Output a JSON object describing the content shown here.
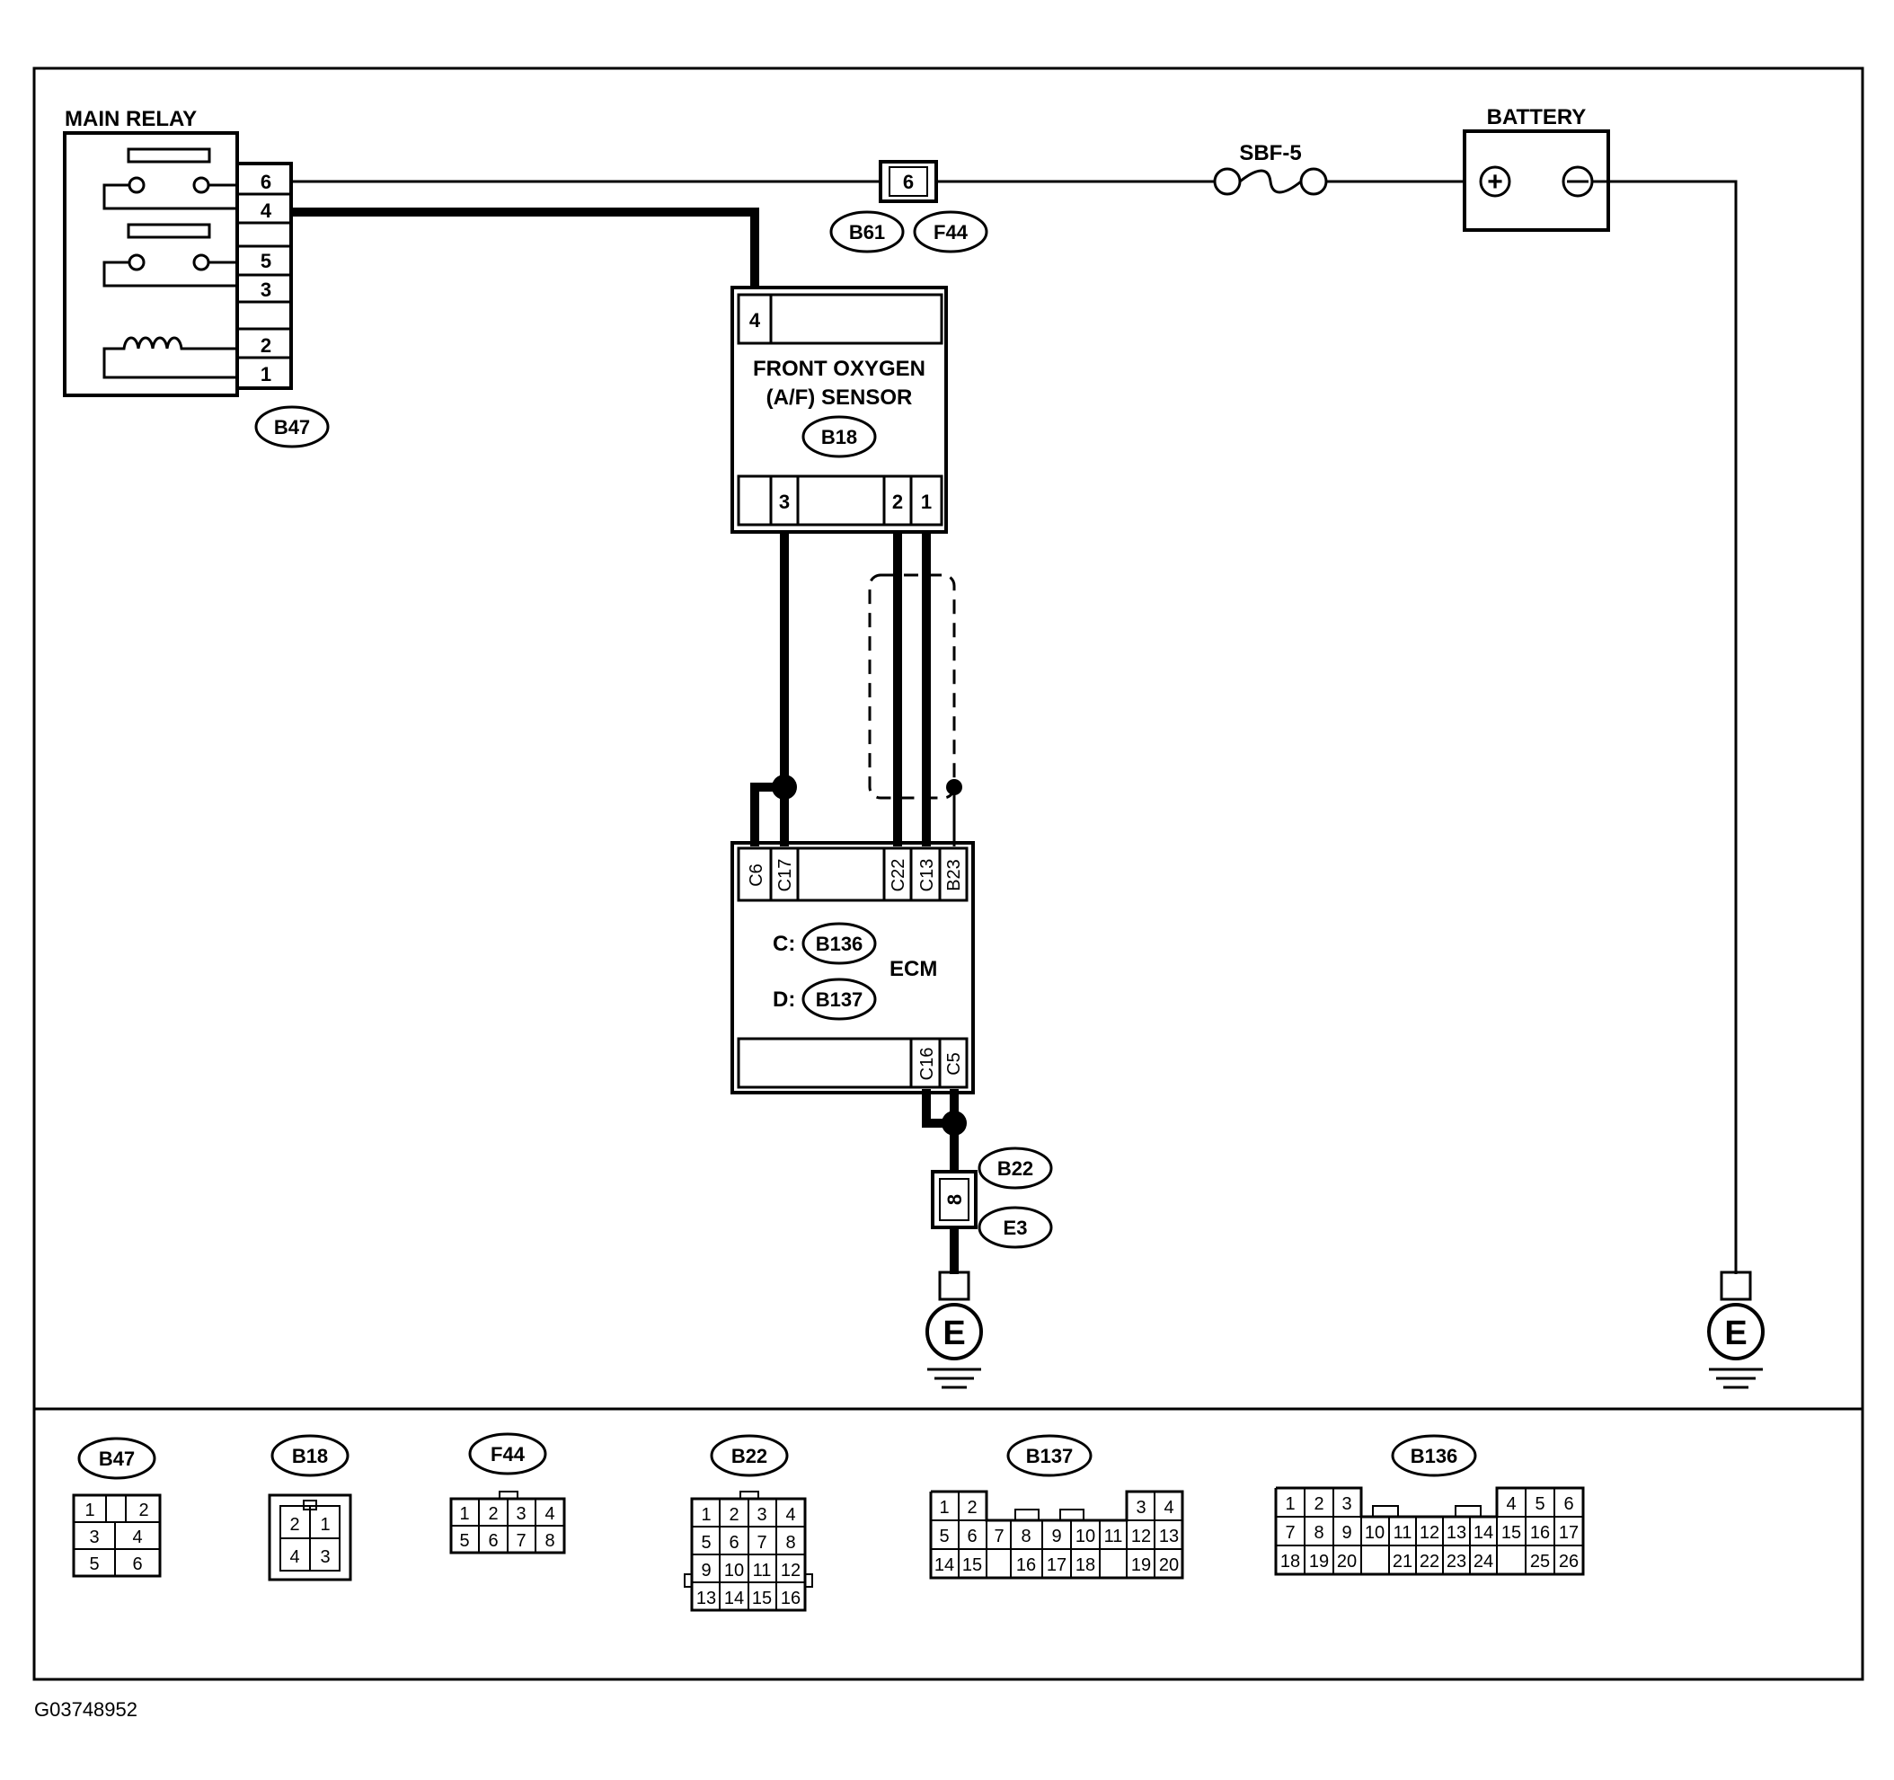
{
  "labels": {
    "main_relay": "MAIN RELAY",
    "battery": "BATTERY",
    "fuse": "SBF-5",
    "sensor_line1": "FRONT OXYGEN",
    "sensor_line2": "(A/F) SENSOR",
    "ecm": "ECM",
    "ecm_c_prefix": "C:",
    "ecm_d_prefix": "D:",
    "battery_plus": "+",
    "ground_symbol": "E",
    "figure_code": "G03748952"
  },
  "connectors": {
    "b47": "B47",
    "b61": "B61",
    "f44": "F44",
    "b18": "B18",
    "b136": "B136",
    "b137": "B137",
    "b22": "B22",
    "e3": "E3"
  },
  "relay_pins": [
    "6",
    "4",
    "5",
    "3",
    "2",
    "1"
  ],
  "b61_pin": "6",
  "sensor_top_pin": "4",
  "sensor_bottom_pins": [
    "3",
    "2",
    "1"
  ],
  "ecm_top_pins": [
    "C6",
    "C17",
    "C22",
    "C13",
    "B23"
  ],
  "ecm_bottom_pins": [
    "C16",
    "C5"
  ],
  "b22_pin": "8",
  "connector_faces": [
    {
      "name": "B47",
      "rows": [
        [
          "1",
          "",
          "2"
        ],
        [
          "3",
          "4"
        ],
        [
          "5",
          "6"
        ]
      ]
    },
    {
      "name": "B18",
      "rows": [
        [
          "2",
          "1"
        ],
        [
          "4",
          "3"
        ]
      ]
    },
    {
      "name": "F44",
      "rows": [
        [
          "1",
          "2",
          "3",
          "4"
        ],
        [
          "5",
          "6",
          "7",
          "8"
        ]
      ]
    },
    {
      "name": "B22",
      "rows": [
        [
          "1",
          "2",
          "3",
          "4"
        ],
        [
          "5",
          "6",
          "7",
          "8"
        ],
        [
          "9",
          "10",
          "11",
          "12"
        ],
        [
          "13",
          "14",
          "15",
          "16"
        ]
      ]
    },
    {
      "name": "B137",
      "rows": [
        [
          "1",
          "2",
          "3",
          "4"
        ],
        [
          "5",
          "6",
          "7",
          "8",
          "9",
          "10",
          "11",
          "12",
          "13"
        ],
        [
          "14",
          "15",
          "16",
          "17",
          "18",
          "19",
          "20"
        ]
      ]
    },
    {
      "name": "B136",
      "rows": [
        [
          "1",
          "2",
          "3",
          "4",
          "5",
          "6"
        ],
        [
          "7",
          "8",
          "9",
          "10",
          "11",
          "12",
          "13",
          "14",
          "15",
          "16",
          "17"
        ],
        [
          "18",
          "19",
          "20",
          "21",
          "22",
          "23",
          "24",
          "25",
          "26"
        ]
      ]
    }
  ]
}
